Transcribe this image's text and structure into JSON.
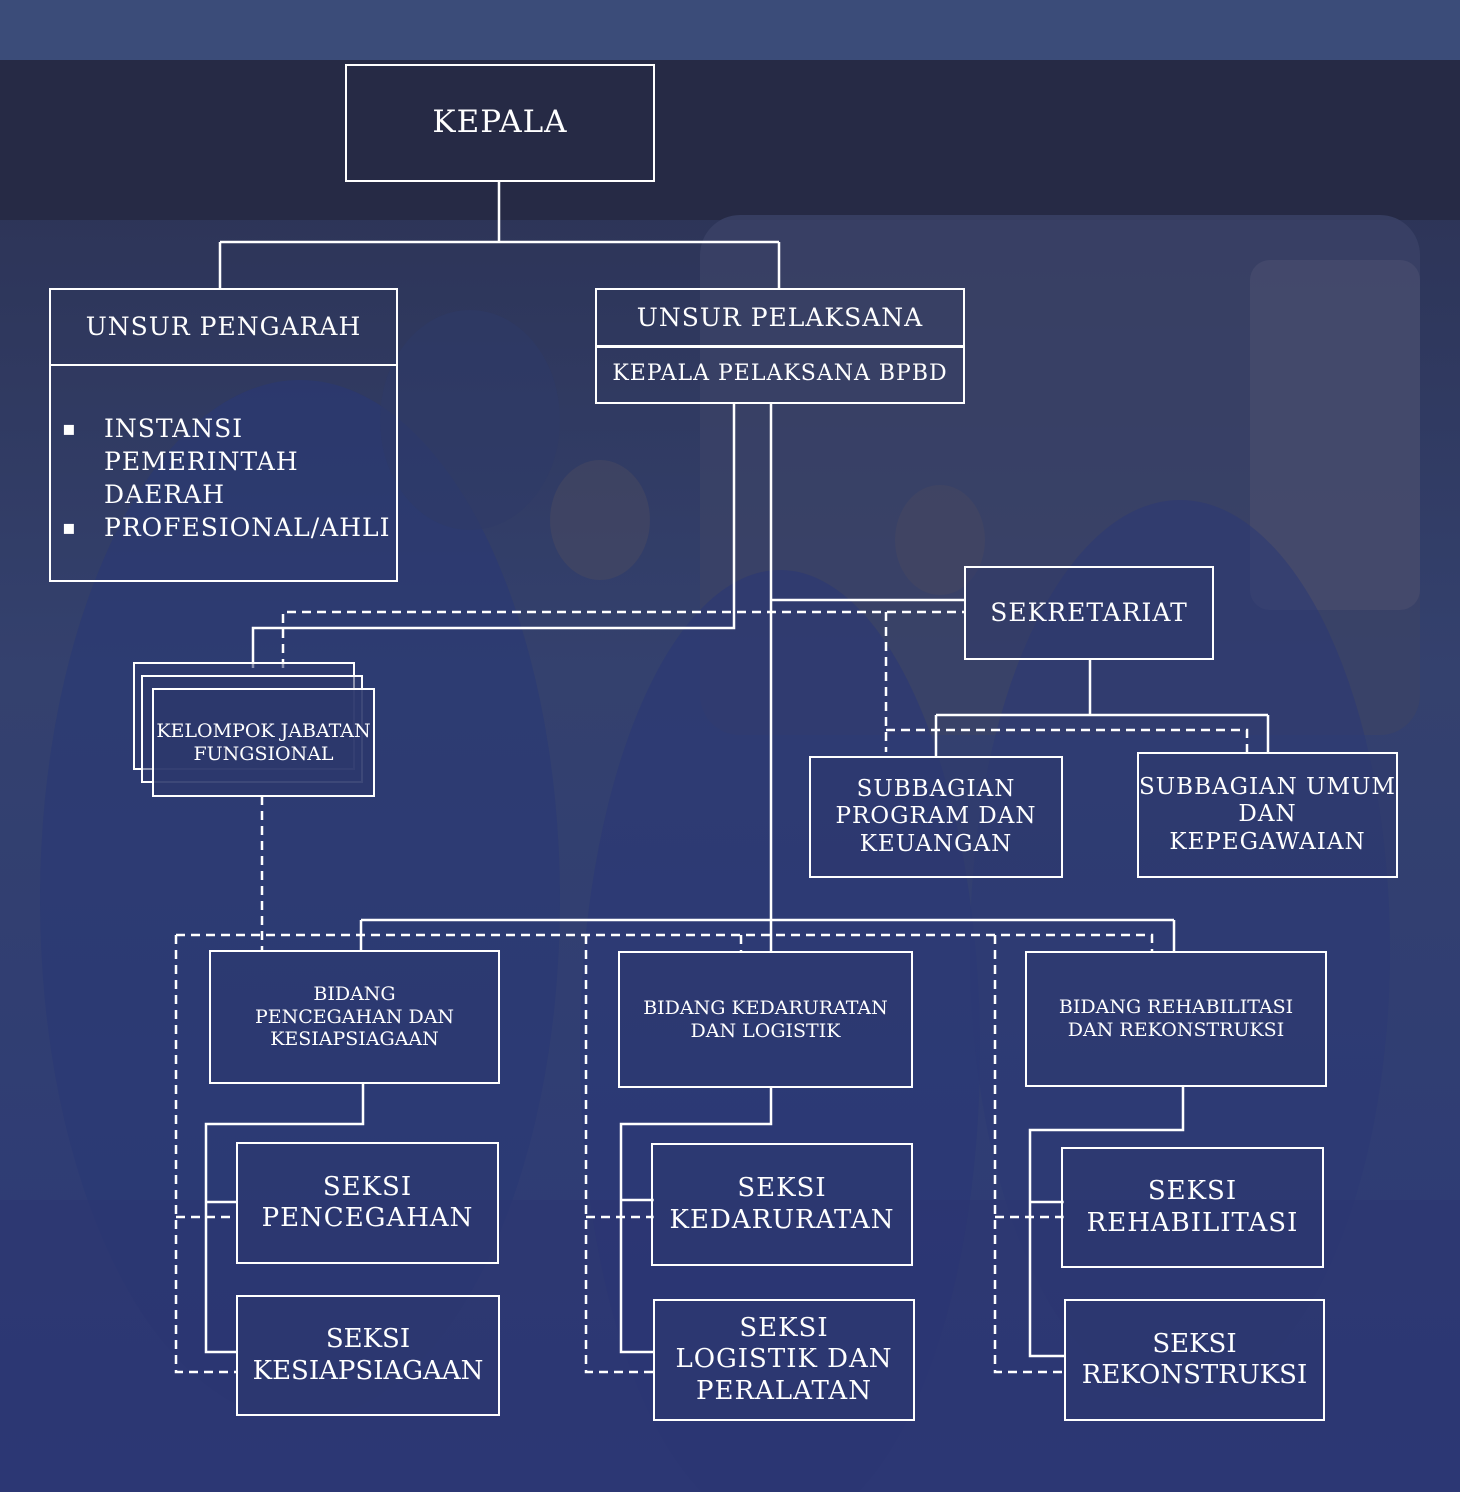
{
  "colors": {
    "background": "#2e3b6e",
    "lines": "#ffffff"
  },
  "kepala": "KEPALA",
  "pengarah": {
    "title": "UNSUR PENGARAH",
    "items": [
      "INSTANSI PEMERINTAH DAERAH",
      "PROFESIONAL/AHLI"
    ]
  },
  "pelaksana": {
    "title": "UNSUR PELAKSANA",
    "subtitle": "KEPALA PELAKSANA BPBD"
  },
  "sekretariat": {
    "title": "SEKRETARIAT",
    "subbagian": [
      "SUBBAGIAN PROGRAM DAN KEUANGAN",
      "SUBBAGIAN UMUM DAN KEPEGAWAIAN"
    ]
  },
  "kelompok": "KELOMPOK JABATAN FUNGSIONAL",
  "bidang": [
    {
      "title": "BIDANG PENCEGAHAN DAN KESIAPSIAGAAN",
      "seksi": [
        "SEKSI PENCEGAHAN",
        "SEKSI KESIAPSIAGAAN"
      ]
    },
    {
      "title": "BIDANG KEDARURATAN DAN LOGISTIK",
      "seksi": [
        "SEKSI KEDARURATAN",
        "SEKSI LOGISTIK DAN PERALATAN"
      ]
    },
    {
      "title": "BIDANG REHABILITASI DAN REKONSTRUKSI",
      "seksi": [
        "SEKSI REHABILITASI",
        "SEKSI REKONSTRUKSI"
      ]
    }
  ]
}
